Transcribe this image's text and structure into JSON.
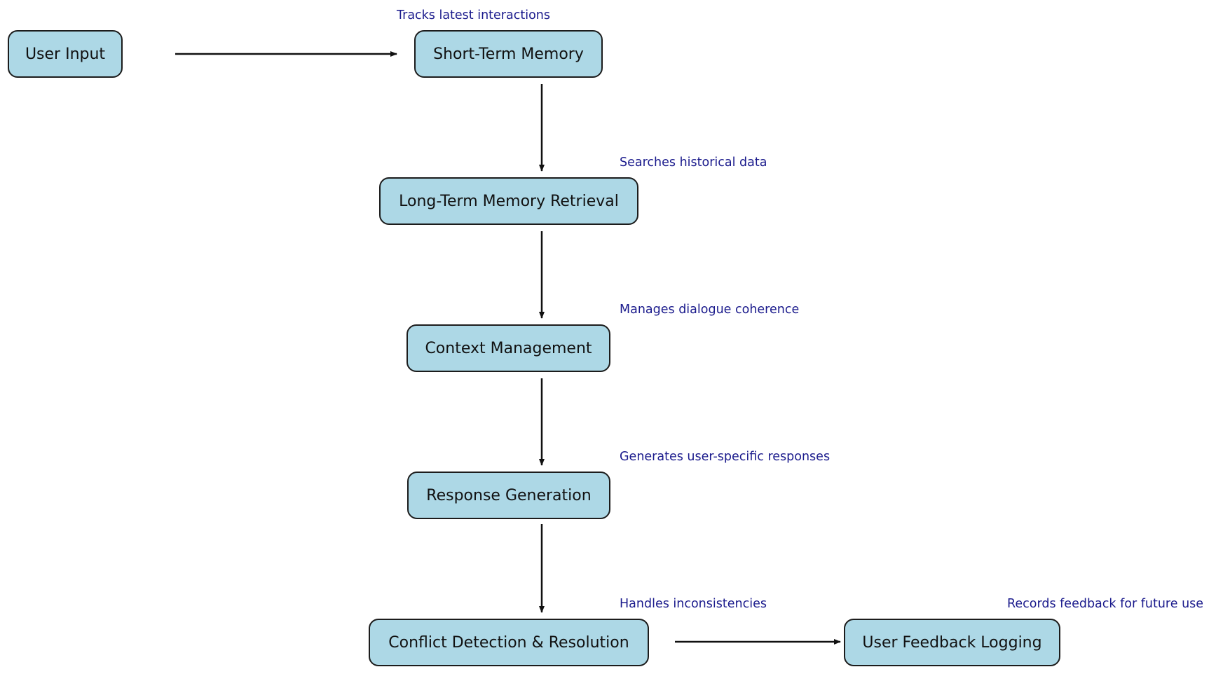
{
  "diagram": {
    "nodes": [
      {
        "id": "user_input",
        "label": "User Input"
      },
      {
        "id": "short_term_memory",
        "label": "Short-Term Memory"
      },
      {
        "id": "long_term_memory_retrieval",
        "label": "Long-Term Memory Retrieval"
      },
      {
        "id": "context_management",
        "label": "Context Management"
      },
      {
        "id": "response_generation",
        "label": "Response Generation"
      },
      {
        "id": "conflict_detection_resolution",
        "label": "Conflict Detection & Resolution"
      },
      {
        "id": "user_feedback_logging",
        "label": "User Feedback Logging"
      }
    ],
    "annotations": [
      {
        "node": "short_term_memory",
        "text": "Tracks latest interactions"
      },
      {
        "node": "long_term_memory_retrieval",
        "text": "Searches historical data"
      },
      {
        "node": "context_management",
        "text": "Manages dialogue coherence"
      },
      {
        "node": "response_generation",
        "text": "Generates user-specific responses"
      },
      {
        "node": "conflict_detection_resolution",
        "text": "Handles inconsistencies"
      },
      {
        "node": "user_feedback_logging",
        "text": "Records feedback for future use"
      }
    ],
    "edges": [
      {
        "from": "user_input",
        "to": "short_term_memory"
      },
      {
        "from": "short_term_memory",
        "to": "long_term_memory_retrieval"
      },
      {
        "from": "long_term_memory_retrieval",
        "to": "context_management"
      },
      {
        "from": "context_management",
        "to": "response_generation"
      },
      {
        "from": "response_generation",
        "to": "conflict_detection_resolution"
      },
      {
        "from": "conflict_detection_resolution",
        "to": "user_feedback_logging"
      }
    ],
    "colors": {
      "node_fill": "#add8e6",
      "node_border": "#1c1c1c",
      "annotation_text": "#1a1a8c",
      "arrow": "#111111"
    }
  }
}
